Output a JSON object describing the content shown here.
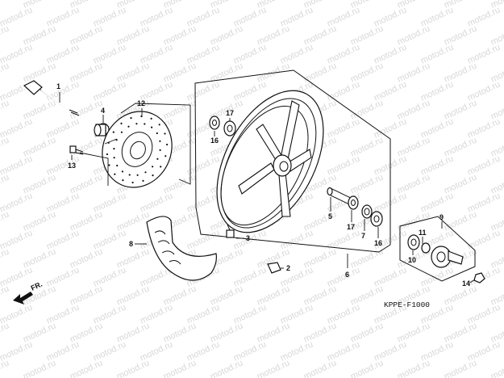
{
  "diagram": {
    "watermark_text": "motod.ru",
    "direction_label": "FR.",
    "drawing_code": "KPPE-F1000",
    "callouts": [
      "1",
      "4",
      "12",
      "13",
      "17",
      "16",
      "3",
      "5",
      "17",
      "7",
      "16",
      "9",
      "11",
      "10",
      "8",
      "2",
      "6",
      "14"
    ]
  }
}
